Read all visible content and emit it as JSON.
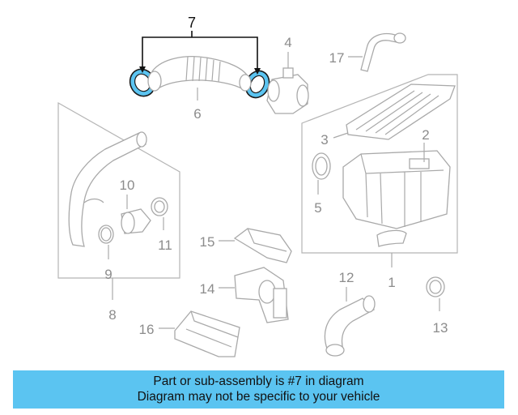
{
  "diagram": {
    "highlight_color": "#5bc4f1",
    "callouts": {
      "c1": "1",
      "c2": "2",
      "c3": "3",
      "c4": "4",
      "c5": "5",
      "c6": "6",
      "c7": "7",
      "c8": "8",
      "c9": "9",
      "c10": "10",
      "c11": "11",
      "c12": "12",
      "c13": "13",
      "c14": "14",
      "c15": "15",
      "c16": "16",
      "c17": "17"
    }
  },
  "banner": {
    "line1": "Part or sub-assembly is #7 in diagram",
    "line2": "Diagram may not be specific to your vehicle",
    "color": "#5bc4f1"
  }
}
